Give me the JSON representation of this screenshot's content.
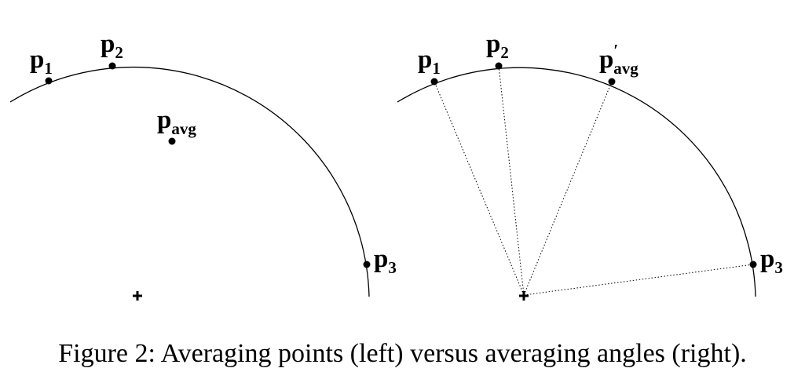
{
  "caption": "Figure 2: Averaging points (left) versus averaging angles (right).",
  "left_panel": {
    "label_p1": {
      "main": "p",
      "sub": "1"
    },
    "label_p2": {
      "main": "p",
      "sub": "2"
    },
    "label_p3": {
      "main": "p",
      "sub": "3"
    },
    "label_pavg": {
      "main": "p",
      "sub": "avg"
    }
  },
  "right_panel": {
    "label_p1": {
      "main": "p",
      "sub": "1"
    },
    "label_p2": {
      "main": "p",
      "sub": "2"
    },
    "label_p3": {
      "main": "p",
      "sub": "3"
    },
    "label_pavg_prime": {
      "main": "p",
      "prime": "′",
      "sub": "avg"
    }
  },
  "colors": {
    "ink": "#000000",
    "background": "#ffffff"
  }
}
